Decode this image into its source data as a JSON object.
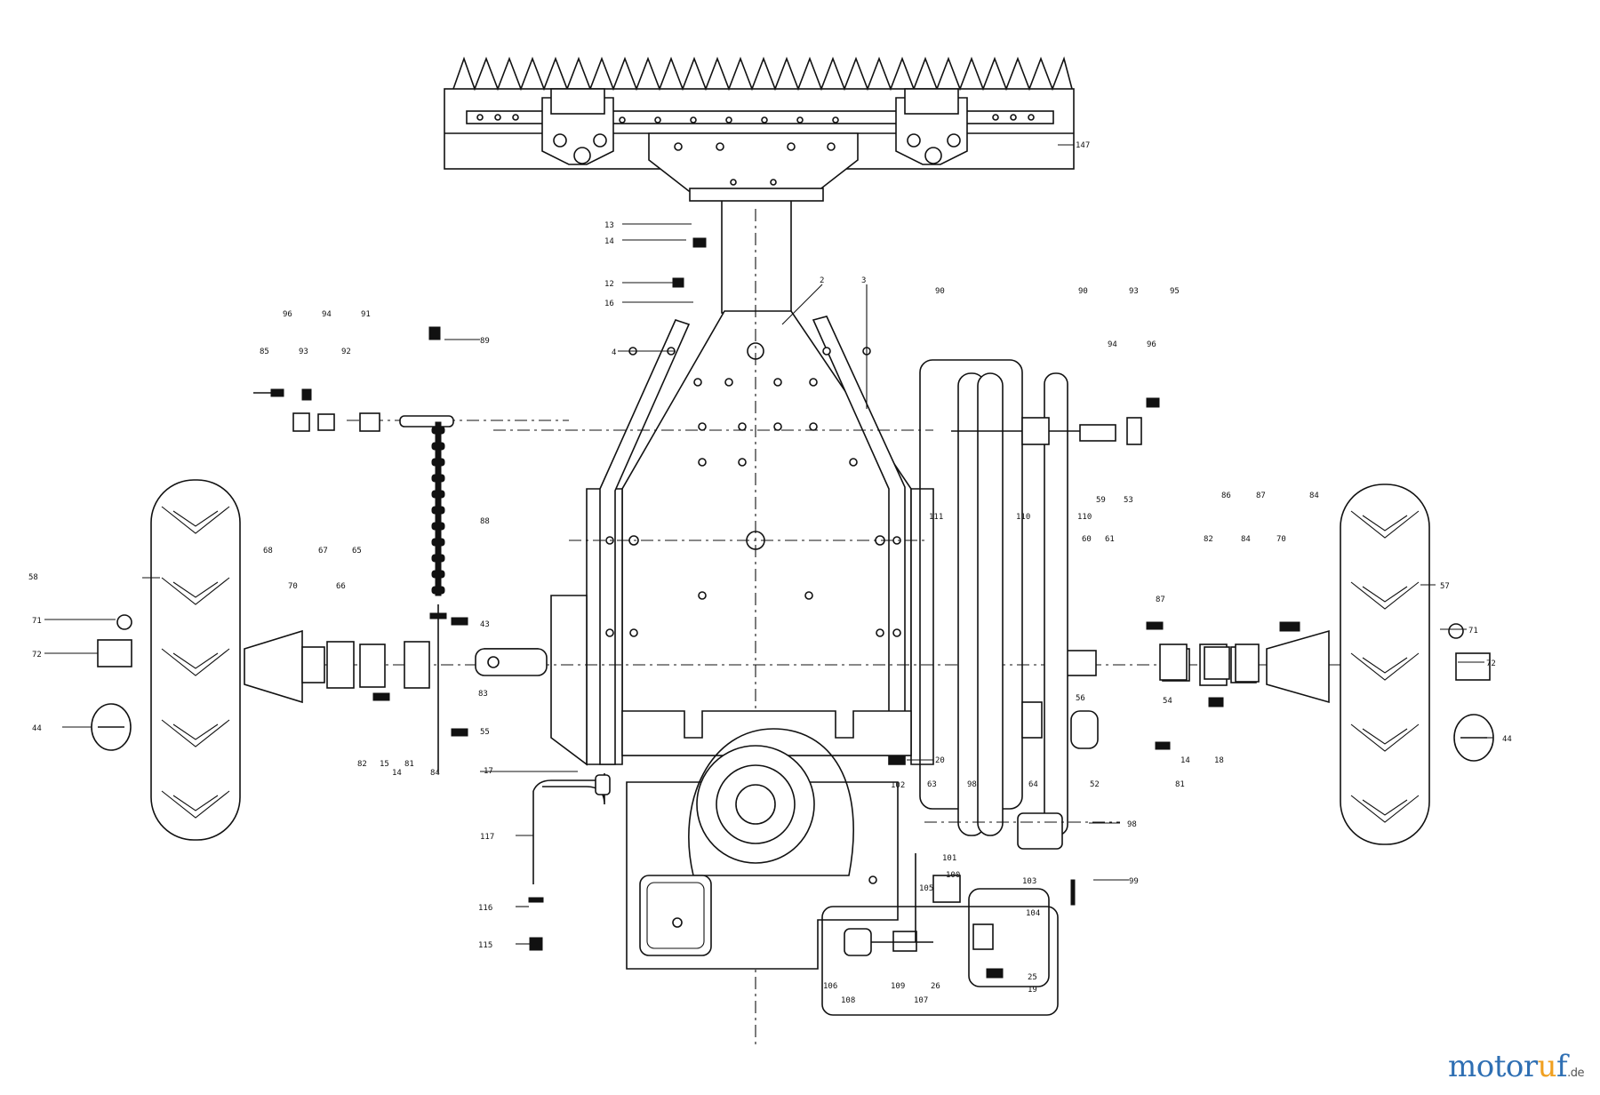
{
  "watermark": {
    "brand": "motoruf",
    "brand_a": "motor",
    "brand_b": "u",
    "brand_c": "f",
    "tld": ".de"
  },
  "callouts": [
    {
      "id": "c147",
      "label": "147"
    },
    {
      "id": "c13",
      "label": "13"
    },
    {
      "id": "c14a",
      "label": "14"
    },
    {
      "id": "c12",
      "label": "12"
    },
    {
      "id": "c16",
      "label": "16"
    },
    {
      "id": "c2",
      "label": "2"
    },
    {
      "id": "c3",
      "label": "3"
    },
    {
      "id": "c4",
      "label": "4"
    },
    {
      "id": "c89",
      "label": "89"
    },
    {
      "id": "c96",
      "label": "96"
    },
    {
      "id": "c94a",
      "label": "94"
    },
    {
      "id": "c91",
      "label": "91"
    },
    {
      "id": "c85",
      "label": "85"
    },
    {
      "id": "c93a",
      "label": "93"
    },
    {
      "id": "c92",
      "label": "92"
    },
    {
      "id": "c88",
      "label": "88"
    },
    {
      "id": "c90a",
      "label": "90"
    },
    {
      "id": "c90b",
      "label": "90"
    },
    {
      "id": "c93b",
      "label": "93"
    },
    {
      "id": "c95",
      "label": "95"
    },
    {
      "id": "c94b",
      "label": "94"
    },
    {
      "id": "c96b",
      "label": "96"
    },
    {
      "id": "c111",
      "label": "111"
    },
    {
      "id": "c110a",
      "label": "110"
    },
    {
      "id": "c110b",
      "label": "110"
    },
    {
      "id": "c59",
      "label": "59"
    },
    {
      "id": "c53",
      "label": "53"
    },
    {
      "id": "c86",
      "label": "86"
    },
    {
      "id": "c87a",
      "label": "87"
    },
    {
      "id": "c84a",
      "label": "84"
    },
    {
      "id": "c60",
      "label": "60"
    },
    {
      "id": "c61",
      "label": "61"
    },
    {
      "id": "c82a",
      "label": "82"
    },
    {
      "id": "c84b",
      "label": "84"
    },
    {
      "id": "c70a",
      "label": "70"
    },
    {
      "id": "c87b",
      "label": "87"
    },
    {
      "id": "c58",
      "label": "58"
    },
    {
      "id": "c57",
      "label": "57"
    },
    {
      "id": "c71a",
      "label": "71"
    },
    {
      "id": "c71b",
      "label": "71"
    },
    {
      "id": "c72a",
      "label": "72"
    },
    {
      "id": "c72b",
      "label": "72"
    },
    {
      "id": "c44a",
      "label": "44"
    },
    {
      "id": "c44b",
      "label": "44"
    },
    {
      "id": "c68",
      "label": "68"
    },
    {
      "id": "c70b",
      "label": "70"
    },
    {
      "id": "c67",
      "label": "67"
    },
    {
      "id": "c66",
      "label": "66"
    },
    {
      "id": "c65",
      "label": "65"
    },
    {
      "id": "c43",
      "label": "43"
    },
    {
      "id": "c83",
      "label": "83"
    },
    {
      "id": "c55",
      "label": "55"
    },
    {
      "id": "c82b",
      "label": "82"
    },
    {
      "id": "c15",
      "label": "15"
    },
    {
      "id": "c81a",
      "label": "81"
    },
    {
      "id": "c14b",
      "label": "14"
    },
    {
      "id": "c84c",
      "label": "84"
    },
    {
      "id": "c17",
      "label": "17"
    },
    {
      "id": "c20",
      "label": "20"
    },
    {
      "id": "c63",
      "label": "63"
    },
    {
      "id": "c102",
      "label": "102"
    },
    {
      "id": "c56",
      "label": "56"
    },
    {
      "id": "c54",
      "label": "54"
    },
    {
      "id": "c52",
      "label": "52"
    },
    {
      "id": "c64",
      "label": "64"
    },
    {
      "id": "c14c",
      "label": "14"
    },
    {
      "id": "c18",
      "label": "18"
    },
    {
      "id": "c81b",
      "label": "81"
    },
    {
      "id": "c98a",
      "label": "98"
    },
    {
      "id": "c98b",
      "label": "98"
    },
    {
      "id": "c117",
      "label": "117"
    },
    {
      "id": "c101",
      "label": "101"
    },
    {
      "id": "c100",
      "label": "100"
    },
    {
      "id": "c103",
      "label": "103"
    },
    {
      "id": "c105",
      "label": "105"
    },
    {
      "id": "c104",
      "label": "104"
    },
    {
      "id": "c99",
      "label": "99"
    },
    {
      "id": "c116",
      "label": "116"
    },
    {
      "id": "c115",
      "label": "115"
    },
    {
      "id": "c106",
      "label": "106"
    },
    {
      "id": "c108",
      "label": "108"
    },
    {
      "id": "c109",
      "label": "109"
    },
    {
      "id": "c107",
      "label": "107"
    },
    {
      "id": "c26",
      "label": "26"
    },
    {
      "id": "c25",
      "label": "25"
    },
    {
      "id": "c19",
      "label": "19"
    }
  ]
}
